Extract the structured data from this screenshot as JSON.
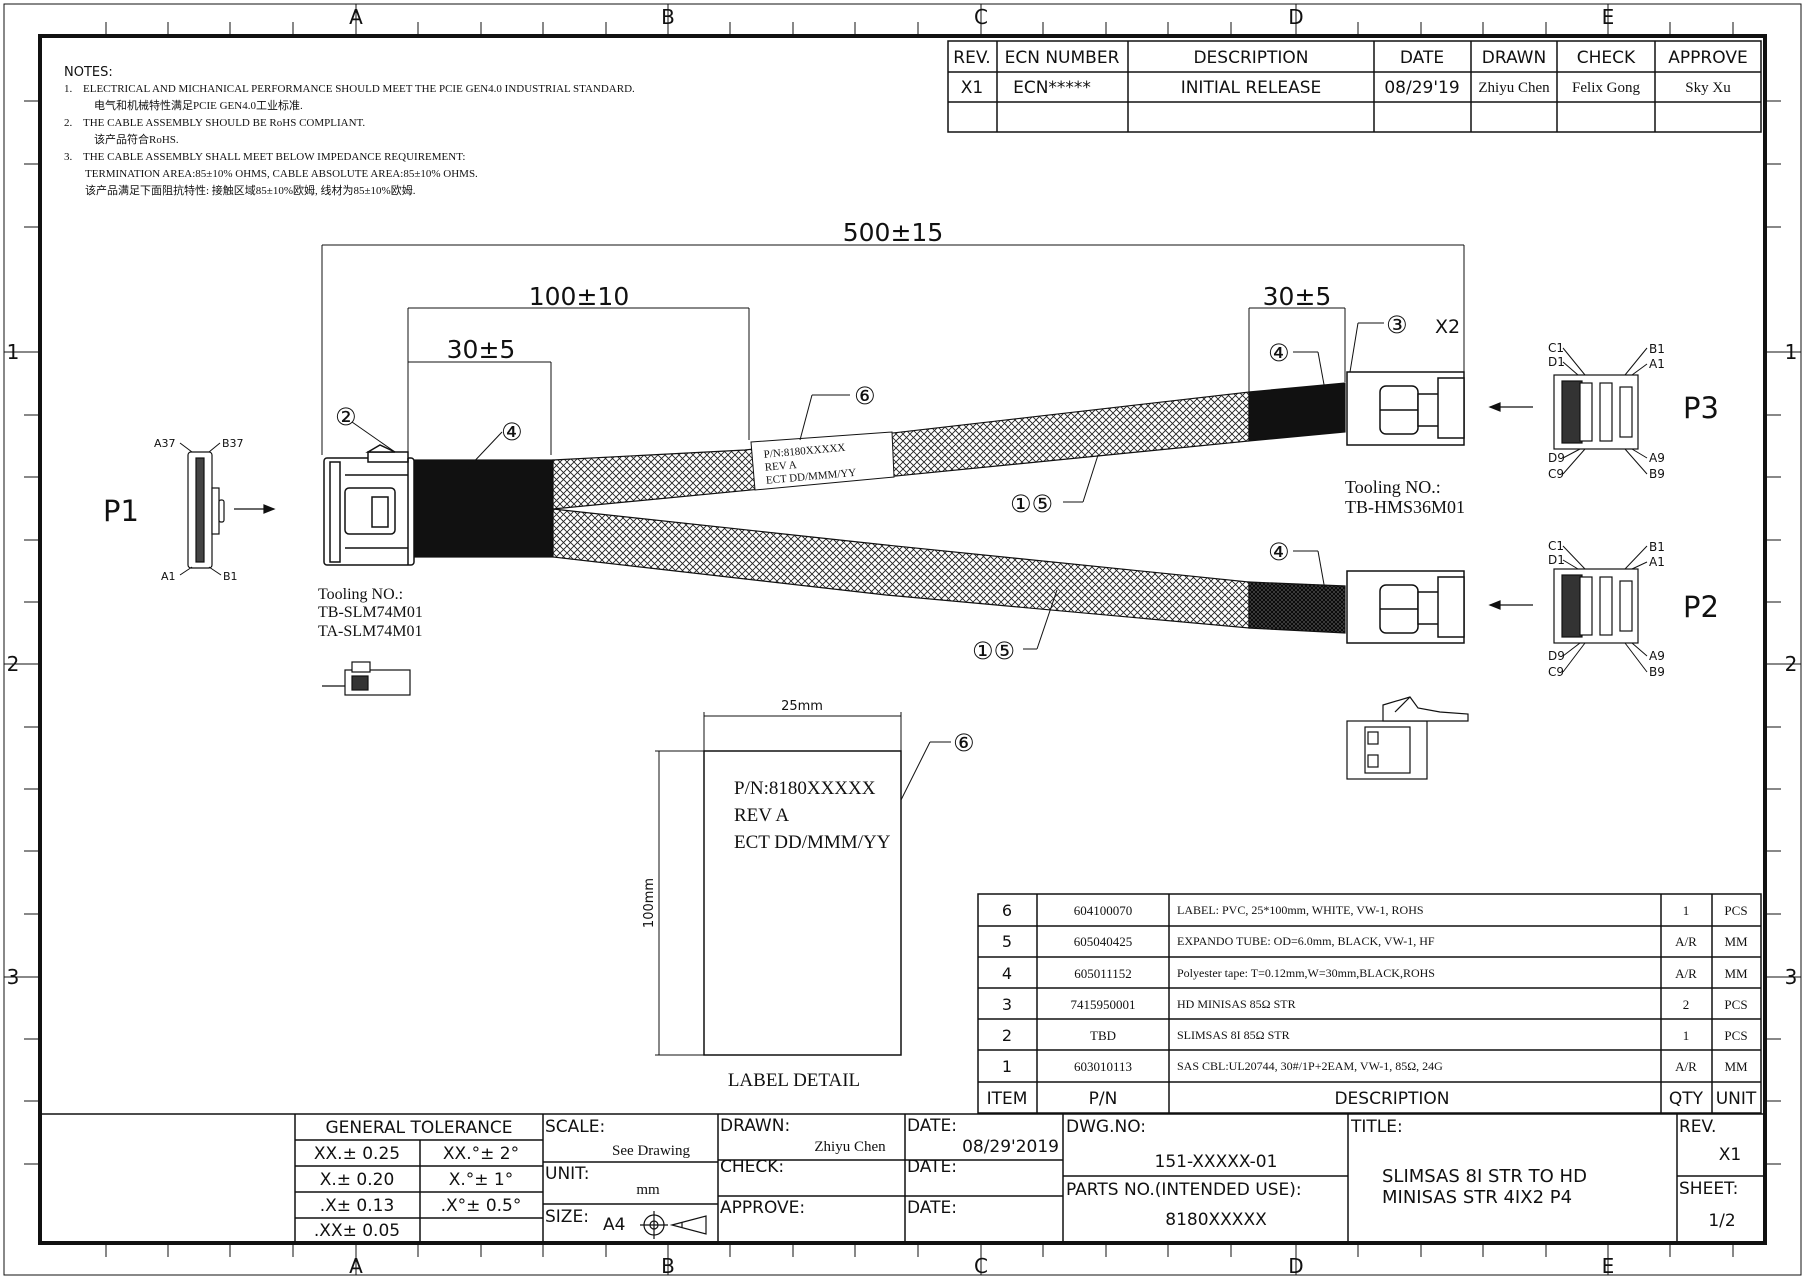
{
  "zones": {
    "cols": [
      "A",
      "B",
      "C",
      "D",
      "E"
    ],
    "rows": [
      "1",
      "2",
      "3"
    ]
  },
  "notes": {
    "heading": "NOTES:",
    "items": [
      {
        "num": "1.",
        "lines": [
          "ELECTRICAL AND MICHANICAL PERFORMANCE SHOULD MEET THE PCIE GEN4.0 INDUSTRIAL STANDARD.",
          "电气和机械特性满足PCIE GEN4.0工业标准."
        ]
      },
      {
        "num": "2.",
        "lines": [
          "THE CABLE ASSEMBLY SHOULD BE RoHS COMPLIANT.",
          "该产品符合RoHS."
        ]
      },
      {
        "num": "3.",
        "lines": [
          "THE CABLE ASSEMBLY SHALL MEET BELOW IMPEDANCE REQUIREMENT:",
          "TERMINATION AREA:85±10% OHMS, CABLE ABSOLUTE AREA:85±10% OHMS.",
          "该产品满足下面阻抗特性: 接触区域85±10%欧姆, 线材为85±10%欧姆."
        ]
      }
    ]
  },
  "revision_table": {
    "headers": [
      "REV.",
      "ECN NUMBER",
      "DESCRIPTION",
      "DATE",
      "DRAWN",
      "CHECK",
      "APPROVE"
    ],
    "rows": [
      [
        "X1",
        "ECN*****",
        "INITIAL RELEASE",
        "08/29'19",
        "Zhiyu Chen",
        "Felix Gong",
        "Sky Xu"
      ]
    ]
  },
  "dimensions": {
    "overall": "500±15",
    "p1_breakout": "100±10",
    "p1_tube": "30±5",
    "p3_tube": "30±5"
  },
  "callouts": {
    "c2": "②",
    "c4": "④",
    "c6": "⑥",
    "c3": "③",
    "x2": "X2",
    "c15": "①⑤"
  },
  "connectors": {
    "p1": {
      "label": "P1",
      "pins": [
        "A37",
        "B37",
        "A1",
        "B1"
      ],
      "tooling": [
        "Tooling NO.:",
        "TB-SLM74M01",
        "TA-SLM74M01"
      ]
    },
    "p3": {
      "label": "P3",
      "pins": [
        "C1",
        "D1",
        "B1",
        "A1",
        "D9",
        "C9",
        "A9",
        "B9"
      ],
      "tooling": [
        "Tooling NO.:",
        "TB-HMS36M01"
      ]
    },
    "p2": {
      "label": "P2",
      "pins": [
        "C1",
        "D1",
        "B1",
        "A1",
        "D9",
        "C9",
        "A9",
        "B9"
      ]
    }
  },
  "cable_label": {
    "lines": [
      "P/N:8180XXXXX",
      "REV A",
      "ECT DD/MMM/YY"
    ]
  },
  "label_detail": {
    "width": "25mm",
    "height": "100mm",
    "lines": [
      "P/N:8180XXXXX",
      "REV A",
      "ECT DD/MMM/YY"
    ],
    "caption": "LABEL DETAIL"
  },
  "bom": {
    "headers": [
      "ITEM",
      "P/N",
      "DESCRIPTION",
      "QTY",
      "UNIT"
    ],
    "rows": [
      [
        "6",
        "604100070",
        "LABEL: PVC, 25*100mm, WHITE, VW-1, ROHS",
        "1",
        "PCS"
      ],
      [
        "5",
        "605040425",
        "EXPANDO TUBE: OD=6.0mm, BLACK, VW-1, HF",
        "A/R",
        "MM"
      ],
      [
        "4",
        "605011152",
        "Polyester tape: T=0.12mm,W=30mm,BLACK,ROHS",
        "A/R",
        "MM"
      ],
      [
        "3",
        "7415950001",
        "HD MINISAS 85Ω STR",
        "2",
        "PCS"
      ],
      [
        "2",
        "TBD",
        "SLIMSAS 8I 85Ω STR",
        "1",
        "PCS"
      ],
      [
        "1",
        "603010113",
        "SAS CBL:UL20744, 30#/1P+2EAM, VW-1, 85Ω, 24G",
        "A/R",
        "MM"
      ]
    ]
  },
  "title_block": {
    "tolerance": {
      "heading": "GENERAL TOLERANCE",
      "rows": [
        [
          "XX.± 0.25",
          "XX.°± 2°"
        ],
        [
          "X.± 0.20",
          "X.°± 1°"
        ],
        [
          ".X± 0.13",
          ".X°± 0.5°"
        ],
        [
          ".XX± 0.05",
          ""
        ]
      ]
    },
    "scale_label": "SCALE:",
    "scale_value": "See Drawing",
    "unit_label": "UNIT:",
    "unit_value": "mm",
    "size_label": "SIZE:",
    "size_value": "A4",
    "drawn_label": "DRAWN:",
    "drawn_value": "Zhiyu Chen",
    "check_label": "CHECK:",
    "approve_label": "APPROVE:",
    "date_label": "DATE:",
    "date_value": "08/29'2019",
    "dwg_label": "DWG.NO:",
    "dwg_value": "151-XXXXX-01",
    "parts_label": "PARTS NO.(INTENDED USE):",
    "parts_value": "8180XXXXX",
    "title_label": "TITLE:",
    "title_lines": [
      "SLIMSAS 8I STR TO HD",
      "MINISAS STR 4IX2 P4"
    ],
    "rev_label": "REV.",
    "rev_value": "X1",
    "sheet_label": "SHEET:",
    "sheet_value": "1/2"
  }
}
